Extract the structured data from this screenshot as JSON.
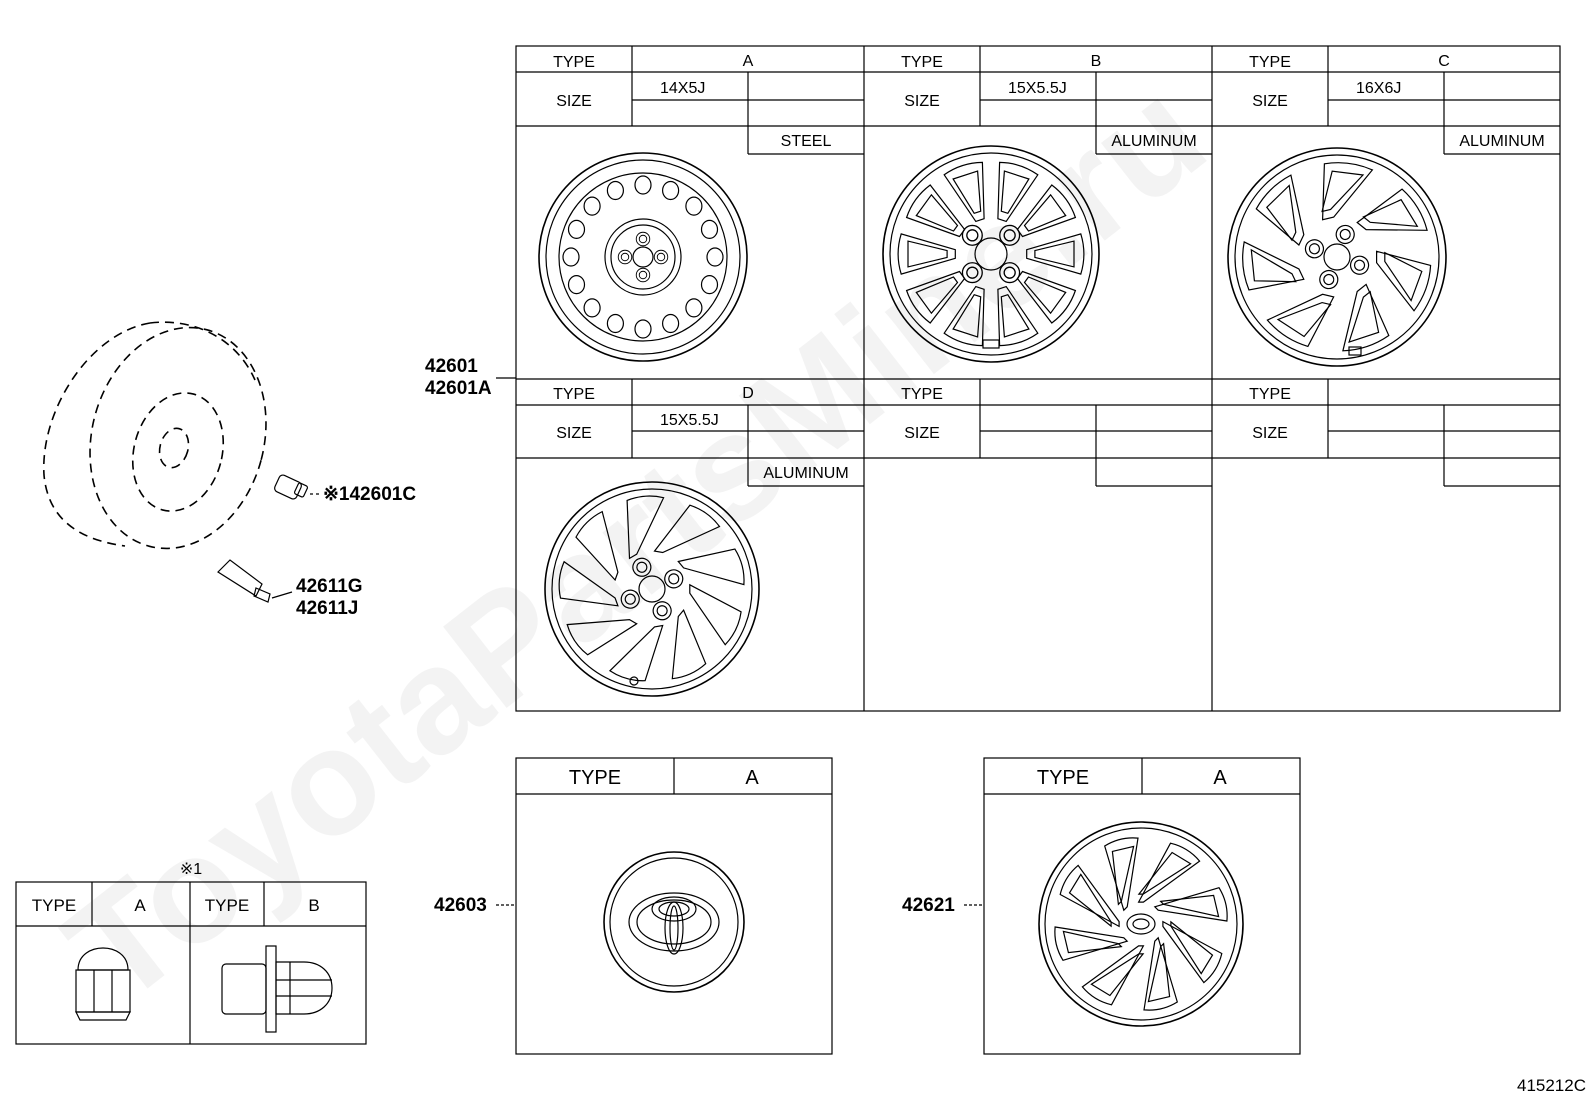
{
  "labels": {
    "type": "TYPE",
    "size": "SIZE"
  },
  "main_table": {
    "cells": [
      {
        "type_value": "A",
        "size": "14X5J",
        "material": "STEEL"
      },
      {
        "type_value": "B",
        "size": "15X5.5J",
        "material": "ALUMINUM"
      },
      {
        "type_value": "C",
        "size": "16X6J",
        "material": "ALUMINUM"
      },
      {
        "type_value": "D",
        "size": "15X5.5J",
        "material": "ALUMINUM"
      },
      {
        "type_value": "",
        "size": "",
        "material": ""
      },
      {
        "type_value": "",
        "size": "",
        "material": ""
      }
    ]
  },
  "part_numbers": {
    "wheel_1": "42601",
    "wheel_2": "42601A",
    "nut": "※142601C",
    "valve_1": "42611G",
    "valve_2": "42611J",
    "center_cap": "42603",
    "wheel_cover": "42621"
  },
  "nut_table": {
    "note": "※1",
    "types": [
      "A",
      "B"
    ]
  },
  "cap_table": {
    "type_value": "A"
  },
  "cover_table": {
    "type_value": "A"
  },
  "diagram_code": "415212C",
  "watermark": "ToyotaPartsMine.ru"
}
